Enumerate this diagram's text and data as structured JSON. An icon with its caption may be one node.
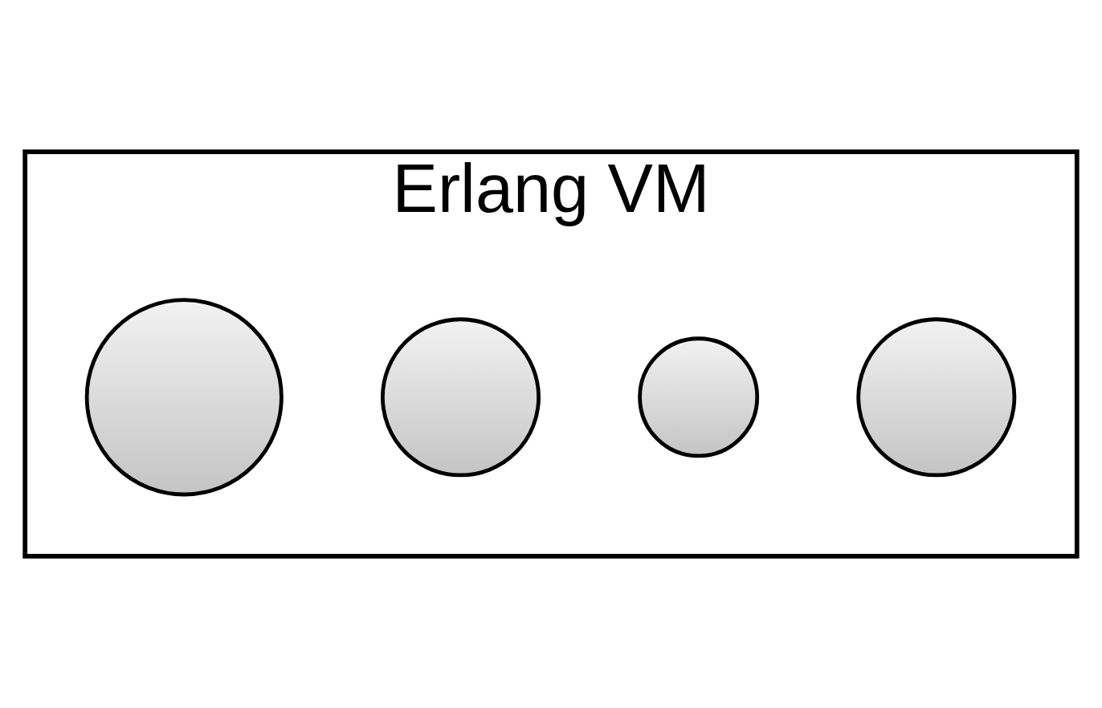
{
  "diagram": {
    "nodes": [
      {
        "text": [
          "Erlang VM"
        ]
      },
      {
        "text": [],
        "shape": "circle",
        "in": 0
      },
      {
        "text": [],
        "shape": "circle",
        "in": 0
      },
      {
        "text": [],
        "shape": "circle",
        "in": 0
      },
      {
        "text": [],
        "shape": "circle",
        "in": 0
      }
    ],
    "edges": []
  }
}
